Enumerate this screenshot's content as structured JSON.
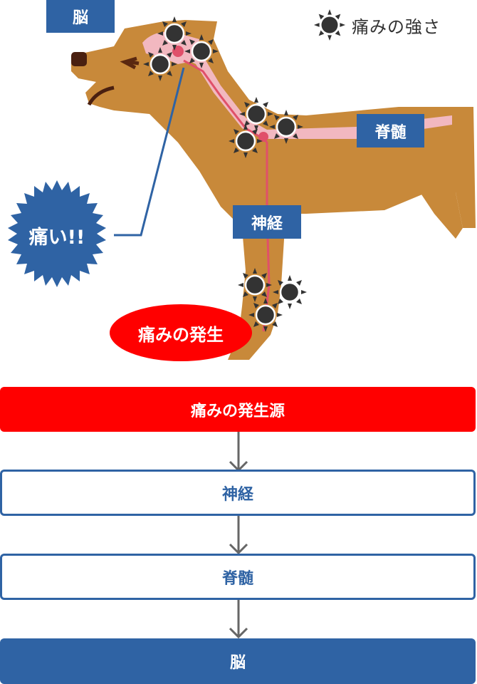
{
  "illustration": {
    "labels": {
      "brain": "脳",
      "spinal_cord": "脊髄",
      "nerve": "神経"
    },
    "legend": {
      "icon": "pain-burst-icon",
      "text": "痛みの強さ"
    },
    "pain_callout": "痛い!!",
    "pain_origin": "痛みの発生",
    "colors": {
      "dog_body": "#c8893a",
      "spine_pink": "#f2b8c0",
      "nerve_red": "#e0506a",
      "label_blue": "#2f63a4",
      "alert_red": "#ff0000",
      "pain_dot": "#333333"
    }
  },
  "flow": {
    "steps": [
      {
        "label": "痛みの発生源",
        "style": "red"
      },
      {
        "label": "神経",
        "style": "outline"
      },
      {
        "label": "脊髄",
        "style": "outline"
      },
      {
        "label": "脳",
        "style": "blue"
      }
    ],
    "arrow_color": "#666666"
  }
}
